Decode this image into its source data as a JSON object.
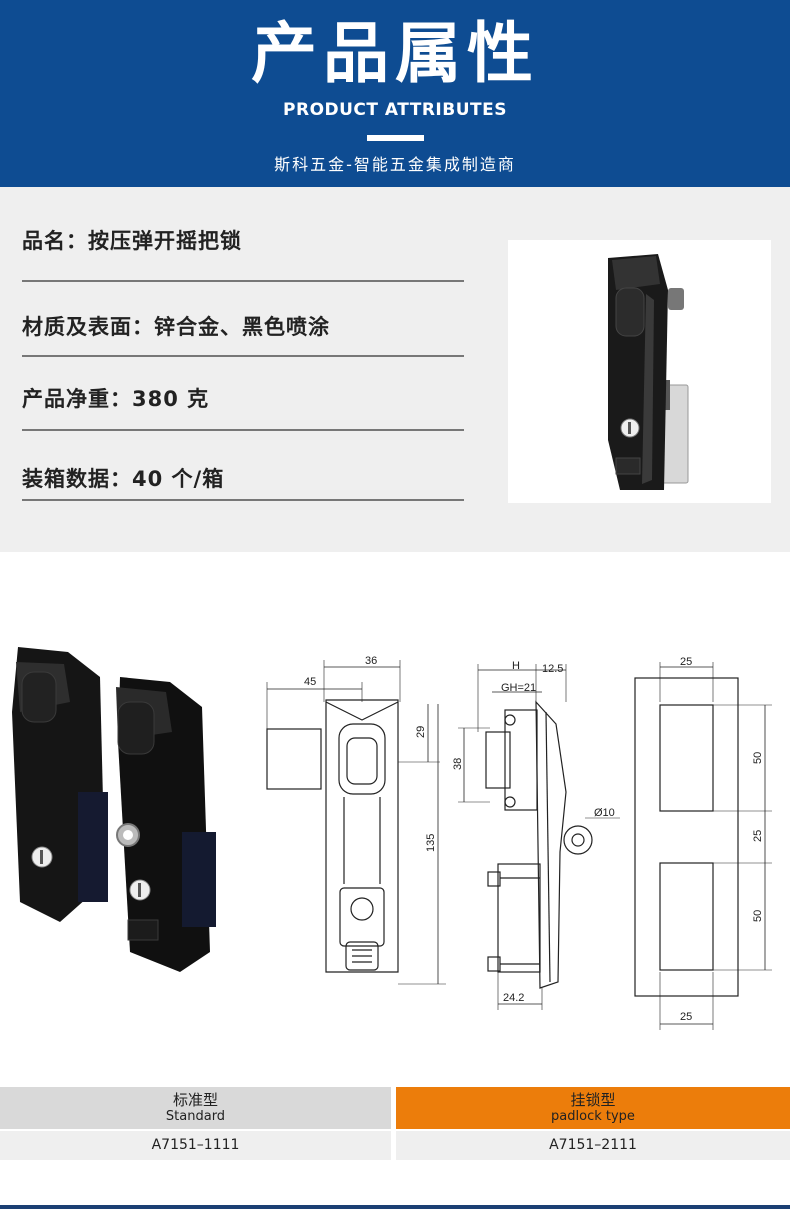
{
  "header": {
    "title": "产品属性",
    "subtitle": "PRODUCT ATTRIBUTES",
    "tagline": "斯科五金-智能五金集成制造商"
  },
  "attributes": [
    {
      "text": "品名：按压弹开摇把锁"
    },
    {
      "text": "材质及表面：锌合金、黑色喷涂"
    },
    {
      "text": "产品净重：380 克"
    },
    {
      "text": "装箱数据：40 个/箱"
    }
  ],
  "drawing": {
    "front": {
      "width_label": "36",
      "offset_label": "45",
      "top_label": "29",
      "height_label": "135"
    },
    "side": {
      "h_label": "H",
      "top_label": "12.5",
      "gh_label": "GH=21",
      "body_label": "38",
      "hole_label": "Ø10",
      "base_label": "24.2"
    },
    "cutout": {
      "top_width_label": "25",
      "upper_height_label": "50",
      "gap_label": "25",
      "lower_height_label": "50",
      "bottom_width_label": "25"
    }
  },
  "table": {
    "columns": [
      {
        "zh": "标准型",
        "en": "Standard",
        "model": "A7151–1111",
        "bg": "#d9d9d9"
      },
      {
        "zh": "挂锁型",
        "en": "padlock type",
        "model": "A7151–2111",
        "bg": "#ec7d0b"
      }
    ]
  },
  "colors": {
    "header_bg": "#0e4c92",
    "panel_bg": "#efefef",
    "accent": "#ec7d0b"
  }
}
